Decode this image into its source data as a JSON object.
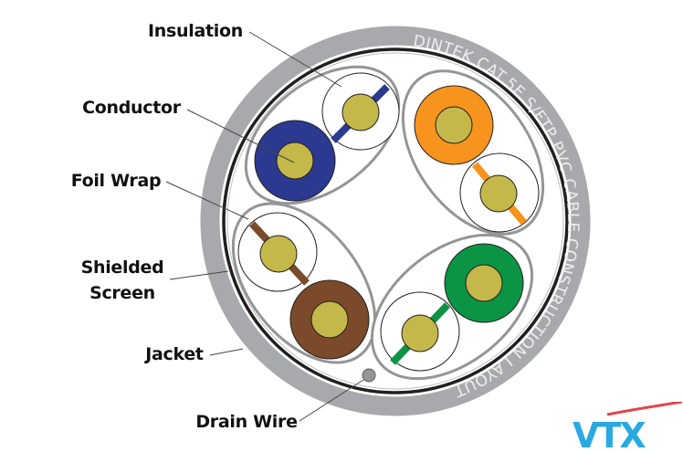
{
  "diagram": {
    "jacket_text": "DINTEK CAT.5E S/FTP PVC CABLE CONSTRUCTION LAYOUT",
    "labels": {
      "insulation": "Insulation",
      "conductor": "Conductor",
      "foil_wrap": "Foil Wrap",
      "shielded_screen_line1": "Shielded",
      "shielded_screen_line2": "Screen",
      "jacket": "Jacket",
      "drain_wire": "Drain Wire"
    },
    "pairs": [
      {
        "name": "blue",
        "color": "#2b3990"
      },
      {
        "name": "orange",
        "color": "#f7941d"
      },
      {
        "name": "brown",
        "color": "#7b4a2a"
      },
      {
        "name": "green",
        "color": "#0b9444"
      }
    ],
    "colors": {
      "jacket": "#a7a9ac",
      "conductor": "#c4b84a",
      "foil": "#939598",
      "screen": "#231f20"
    },
    "logo": {
      "text": "VTX",
      "primary": "#29a9e0",
      "accent": "#e0464b"
    }
  }
}
